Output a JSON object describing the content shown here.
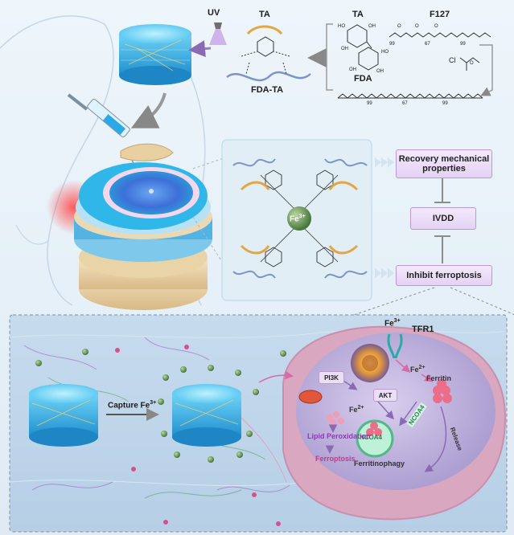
{
  "top": {
    "uv": "UV",
    "ta_left": "TA",
    "ta_right": "TA",
    "fda": "FDA",
    "f127": "F127",
    "fda_ta": "FDA-TA",
    "cl": "Cl",
    "n99a": "99",
    "n67a": "67",
    "n99b": "99",
    "n99c": "99",
    "n67b": "67",
    "n99d": "99",
    "o_marks": [
      "O",
      "O",
      "O",
      "O"
    ],
    "oh_marks": [
      "HO",
      "OH",
      "OH",
      "HO",
      "OH",
      "OH"
    ]
  },
  "middle": {
    "fe": "Fe",
    "fe_sup": "3+",
    "recovery": "Recovery mechanical properties",
    "ivdd": "IVDD",
    "inhibit": "Inhibit ferroptosis"
  },
  "bottom": {
    "capture": "Capture Fe",
    "capture_sup": "3+",
    "fe_top": "Fe",
    "fe_top_sup": "3+",
    "tfr1": "TFR1",
    "fe2_a": "Fe",
    "fe2_a_sup": "2+",
    "fe2_b": "Fe",
    "fe2_b_sup": "2+",
    "pi3k": "PI3K",
    "akt": "AKT",
    "ferritin": "Ferritin",
    "ncoa4_diag": "NCOA4",
    "ncoa4": "NCOA4",
    "release": "Release",
    "ferritinophagy": "Ferritinophagy",
    "lipid": "Lipid Peroxidation",
    "ferroptosis": "Ferroptosis"
  },
  "colors": {
    "hydrogel": "#35b6e8",
    "purple_box": "#e8d8f6",
    "lipid_text": "#9b2fc2",
    "ferroptosis_text": "#d0338a",
    "cell_membrane": "#c98fae",
    "fe_sphere": "#5d8c4a"
  }
}
